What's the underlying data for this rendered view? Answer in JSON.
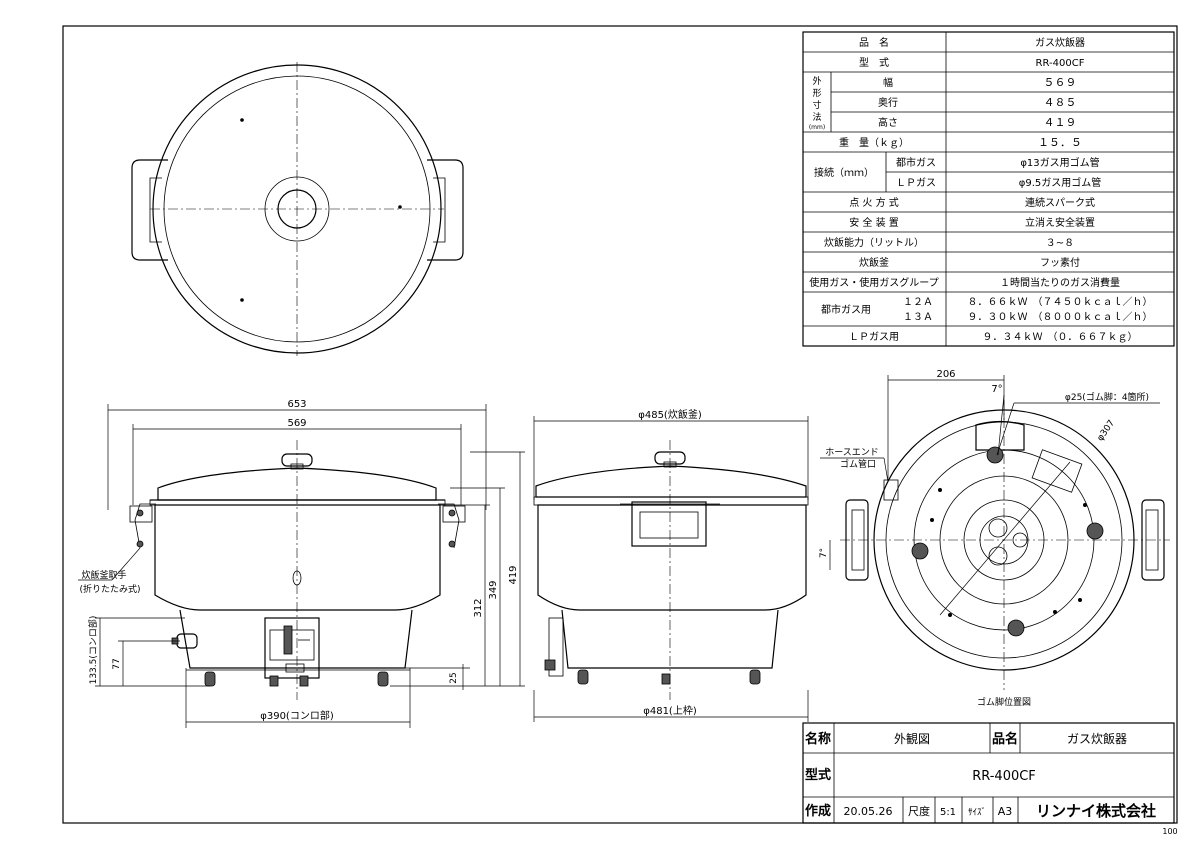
{
  "spec_table": {
    "rows": [
      {
        "label": "品　名",
        "value": "ガス炊飯器"
      },
      {
        "label": "型　式",
        "value": "RR-400CF"
      },
      {
        "label": "幅",
        "value": "５６９"
      },
      {
        "label": "奥行",
        "value": "４８５"
      },
      {
        "label": "高さ",
        "value": "４１９"
      },
      {
        "label": "重　量（ｋｇ）",
        "value": "１５．５"
      },
      {
        "label": "点 火 方 式",
        "value": "連続スパーク式"
      },
      {
        "label": "安 全 装 置",
        "value": "立消え安全装置"
      },
      {
        "label": "炊飯能力（リットル）",
        "value": "３~８"
      },
      {
        "label": "炊飯釜",
        "value": "フッ素付"
      },
      {
        "label": "使用ガス・使用ガスグループ",
        "value": "１時間当たりのガス消費量"
      }
    ],
    "dims_group": "外形寸法(mm)",
    "conn_group": "接続（ｍｍ）",
    "conn_city_label": "都市ガス",
    "conn_city_value": "φ13ガス用ゴム管",
    "conn_lp_label": "ＬＰガス",
    "conn_lp_value": "φ9.5ガス用ゴム管",
    "city_gas_label": "都市ガス用",
    "city_gas_12a": "１２Ａ",
    "city_gas_13a": "１３Ａ",
    "city_gas_12a_value": "８．６６ｋＷ　（７４５０ｋｃａｌ／ｈ）",
    "city_gas_13a_value": "９．３０ｋＷ　（８０００ｋｃａｌ／ｈ）",
    "lp_gas_label": "ＬＰガス用",
    "lp_gas_value": "９．３４ｋＷ　（０．６６７ｋｇ）"
  },
  "dims": {
    "front_width_overall": "653",
    "front_width": "569",
    "height_total": "419",
    "height_349": "349",
    "height_312": "312",
    "height_25": "25",
    "height_133": "133.5(コンロ部)",
    "height_77": "77",
    "stove_dia": "φ390(コンロ部)",
    "pot_dia": "φ485(炊飯釜)",
    "rim_dia": "φ481(上枠)",
    "bottom_206": "206",
    "angle_7a": "7°",
    "angle_7b": "7°",
    "rubber_dia": "φ25(ゴム脚：4箇所)",
    "circle_dia": "φ307"
  },
  "labels": {
    "handle_line1": "炊飯釜取手",
    "handle_line2": "(折りたたみ式)",
    "hose_line1": "ホースエンド",
    "hose_line2": "ゴム管口",
    "rubber_foot_pos": "ゴム脚位置図"
  },
  "title_block": {
    "name_label": "名称",
    "name_value": "外観図",
    "product_label": "品名",
    "product_value": "ガス炊飯器",
    "model_label": "型式",
    "model_value": "RR-400CF",
    "made_label": "作成",
    "made_date": "20.05.26",
    "scale_label": "尺度",
    "scale_value": "5:1",
    "size_label": "ｻｲｽﾞ",
    "size_value": "A3",
    "company": "リンナイ株式会社"
  },
  "page_number": "100"
}
